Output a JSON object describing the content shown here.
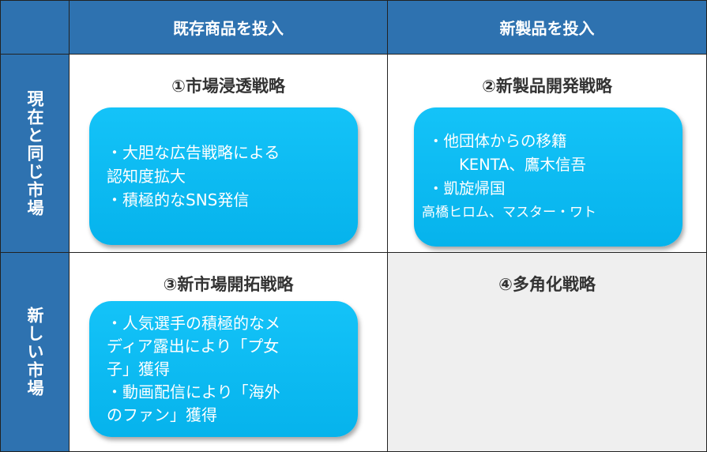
{
  "header": {
    "col1": "既存商品を投入",
    "col2": "新製品を投入"
  },
  "rows": {
    "row1": "現在と同じ市場",
    "row2": "新しい市場"
  },
  "quadrants": [
    {
      "title": "①市場浸透戦略",
      "lines": [
        "・大胆な広告戦略による",
        "認知度拡大",
        "・積極的なSNS発信"
      ]
    },
    {
      "title": "②新製品開発戦略",
      "lines": [
        "・他団体からの移籍",
        "　　KENTA、鷹木信吾",
        "・凱旋帰国",
        "高橋ヒロム、マスター・ワト"
      ]
    },
    {
      "title": "③新市場開拓戦略",
      "lines": [
        "・人気選手の積極的なメ",
        "ディア露出により「プ女",
        "子」獲得",
        "・動画配信により「海外",
        "のファン」獲得"
      ]
    },
    {
      "title": "④多角化戦略"
    }
  ],
  "colors": {
    "header": "#2e72b0",
    "box": "#0bb8f0",
    "empty_cell": "#efefef"
  }
}
